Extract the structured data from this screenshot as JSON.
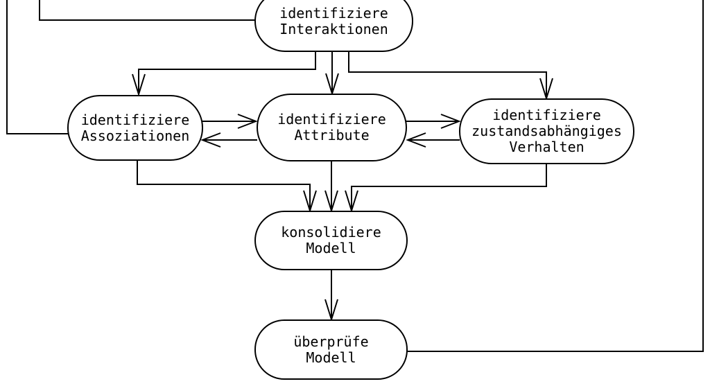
{
  "diagram": {
    "background_color": "#ffffff",
    "stroke_color": "#000000",
    "nodes": [
      {
        "id": "identifiziere-interaktionen",
        "lines": [
          "identifiziere",
          "Interaktionen"
        ]
      },
      {
        "id": "identifiziere-assoziationen",
        "lines": [
          "identifiziere",
          "Assoziationen"
        ]
      },
      {
        "id": "identifiziere-attribute",
        "lines": [
          "identifiziere",
          "Attribute"
        ]
      },
      {
        "id": "identifiziere-zustandsabhaengiges-verhalten",
        "lines": [
          "identifiziere",
          "zustandsabhängiges",
          "Verhalten"
        ]
      },
      {
        "id": "konsolidiere-modell",
        "lines": [
          "konsolidiere",
          "Modell"
        ]
      },
      {
        "id": "ueberpruefe-modell",
        "lines": [
          "überprüfe",
          "Modell"
        ]
      }
    ],
    "edges": [
      {
        "from": "identifiziere-interaktionen",
        "to": "identifiziere-assoziationen",
        "style": "arrow"
      },
      {
        "from": "identifiziere-interaktionen",
        "to": "identifiziere-attribute",
        "style": "arrow"
      },
      {
        "from": "identifiziere-interaktionen",
        "to": "identifiziere-zustandsabhaengiges-verhalten",
        "style": "arrow"
      },
      {
        "from": "identifiziere-assoziationen",
        "to": "identifiziere-attribute",
        "style": "arrow"
      },
      {
        "from": "identifiziere-attribute",
        "to": "identifiziere-assoziationen",
        "style": "arrow"
      },
      {
        "from": "identifiziere-attribute",
        "to": "identifiziere-zustandsabhaengiges-verhalten",
        "style": "arrow"
      },
      {
        "from": "identifiziere-zustandsabhaengiges-verhalten",
        "to": "identifiziere-attribute",
        "style": "arrow"
      },
      {
        "from": "identifiziere-assoziationen",
        "to": "konsolidiere-modell",
        "style": "arrow"
      },
      {
        "from": "identifiziere-attribute",
        "to": "konsolidiere-modell",
        "style": "arrow"
      },
      {
        "from": "identifiziere-zustandsabhaengiges-verhalten",
        "to": "konsolidiere-modell",
        "style": "arrow"
      },
      {
        "from": "konsolidiere-modell",
        "to": "ueberpruefe-modell",
        "style": "arrow"
      },
      {
        "from": "ueberpruefe-modell",
        "to": "top-of-image",
        "style": "line",
        "note": "feedback line exits right side, runs up right edge, cropped at top"
      },
      {
        "from": "top-of-image",
        "to": "identifiziere-interaktionen",
        "style": "line",
        "note": "feedback line entering from cropped top edge"
      },
      {
        "from": "top-of-image",
        "to": "identifiziere-assoziationen",
        "style": "line",
        "note": "feedback line entering from cropped top edge"
      }
    ]
  }
}
